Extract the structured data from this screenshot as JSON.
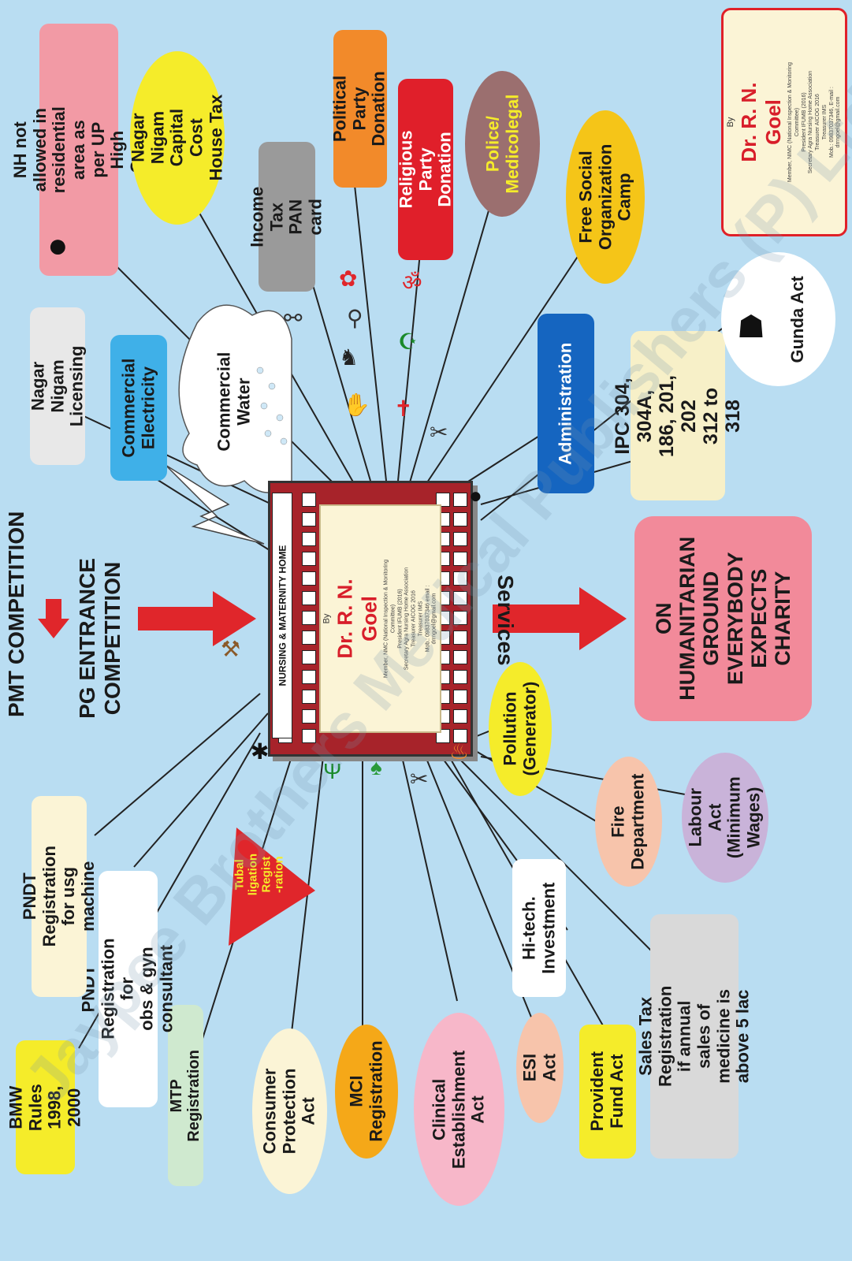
{
  "heading": {
    "pmt": "PMT COMPETITION",
    "pg": "PG ENTRANCE\nCOMPETITION"
  },
  "services_label": "Services",
  "center": {
    "building_label": "NURSING & MATERNITY HOME",
    "by": "By",
    "name": "Dr. R. N. Goel",
    "line1": "Member, NMC (National Inspection & Monitoring Committee)",
    "line2": "President IFUMB (2016)",
    "line3": "Secretary Agra Nursing Home Association",
    "line4": "Treasurer AICOG 2016",
    "line5": "Treasurer IMS",
    "line6": "Mob.: 09837037346 email : drrngoel@gmail.com"
  },
  "card": {
    "by": "By",
    "name": "Dr. R. N. Goel",
    "line1": "Member, NIMC (National Inspection & Monitoring Committee)",
    "line2": "President IFUMB (2016)",
    "line3": "Secretary Agra Nursing Home Association",
    "line4": "Treasurer AICOG 2016",
    "line5": "Treasurer IMS",
    "line6": "Mob.: 09837037346, E-mail : drrngoel@gmail.com"
  },
  "nodes": {
    "nh_not_allowed": "NH not allowed in\nresidential area as\nper UP High Court",
    "nagar_nigam_tax": "Nagar Nigam\nCapital Cost\nHouse Tax",
    "income_tax": "Income Tax\nPAN card",
    "political_party": "Political Party\nDonation",
    "religious_party": "Religious Party\nDonation",
    "police": "Police/\nMedicolegal",
    "free_social": "Free Social\nOrganization\nCamp",
    "nagar_nigam_licensing": "Nagar Nigam\nLicensing",
    "commercial_electricity": "Commercial\nElectricity",
    "commercial_water": "Commercial\nWater",
    "administration": "Administration",
    "ipc": "IPC 304, 304A,\n186, 201, 202\n312 to 318",
    "gunda_act": "Gunda Act",
    "humanitarian": "ON\nHUMANITARIAN\nGROUND\nEVERYBODY\nEXPECTS\nCHARITY",
    "pollution": "Pollution\n(Generator)",
    "fire": "Fire\nDepartment",
    "labour": "Labour Act\n(Minimum\nWages)",
    "sales_tax": "Sales Tax Registration\nif annual sales of\nmedicine is above 5 lac",
    "hitech": "Hi-tech.\nInvestment",
    "provident": "Provident\nFund Act",
    "esi": "ESI Act",
    "clinical": "Clinical\nEstablishment\nAct",
    "mci": "MCI\nRegistration",
    "consumer": "Consumer\nProtection Act",
    "mtp": "MTP Registration",
    "tubal": "Tubal ligation\nRegist\n-ration",
    "bmw": "BMW Rules\n1998, 2000",
    "pndt_obs": "PNDT Registration for\nobs & gyn consultant",
    "pndt_usg": "PNDT Registration\nfor usg machine"
  },
  "watermark": "Jaypee Brothers Medical Publishers (P) Ltd.",
  "colors": {
    "background": "#b9ddf2",
    "red_arrow": "#e0262b",
    "building": "#a7232a"
  }
}
